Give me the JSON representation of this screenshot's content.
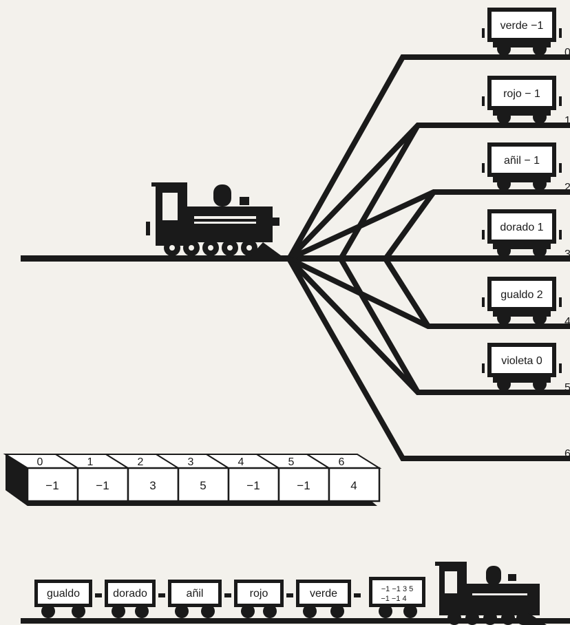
{
  "colors": {
    "ink": "#1a1a1a",
    "paper": "#f3f1ec",
    "car_face": "#ffffff"
  },
  "siding_cars": [
    {
      "label": "verde −1",
      "track": "0"
    },
    {
      "label": "rojo − 1",
      "track": "1"
    },
    {
      "label": "añil − 1",
      "track": "2"
    },
    {
      "label": "dorado 1",
      "track": "3"
    },
    {
      "label": "gualdo 2",
      "track": "4"
    },
    {
      "label": "violeta 0",
      "track": "5"
    },
    {
      "label": "",
      "track": "6"
    }
  ],
  "table": {
    "indices": [
      "0",
      "1",
      "2",
      "3",
      "4",
      "5",
      "6"
    ],
    "values": [
      "−1",
      "−1",
      "3",
      "5",
      "−1",
      "−1",
      "4"
    ]
  },
  "bottom_train": {
    "cars": [
      "gualdo",
      "dorado",
      "añil",
      "rojo",
      "verde"
    ],
    "table_car_line1": "−1 −1 3 5",
    "table_car_line2": "−1 −1 4"
  },
  "icons": {
    "locomotive": "steam-locomotive-icon",
    "car": "freight-car-icon"
  }
}
